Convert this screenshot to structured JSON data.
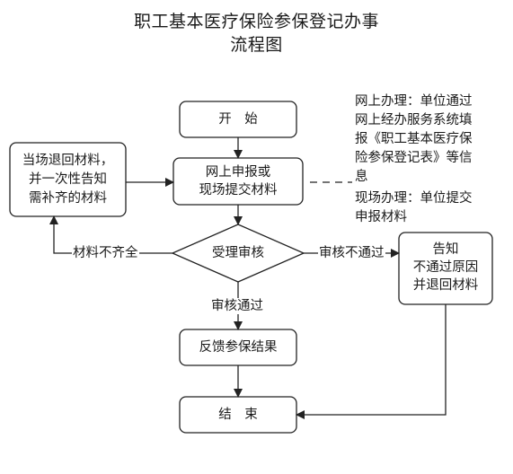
{
  "title": {
    "line1": "职工基本医疗保险参保登记办事",
    "line2": "流程图"
  },
  "nodes": {
    "start": "开　始",
    "submit": [
      "网上申报或",
      "现场提交材料"
    ],
    "review": "受理审核",
    "feedback": "反馈参保结果",
    "end": "结　束",
    "notify_missing": [
      "当场退回材料，",
      "并一次性告知",
      "需补齐的材料"
    ],
    "notify_fail": [
      "告知",
      "不通过原因",
      "并退回材料"
    ]
  },
  "edges": {
    "incomplete": "材料不齐全",
    "failed": "审核不通过",
    "passed": "审核通过"
  },
  "note": [
    "网上办理：单位通过",
    "网上经办服务系统填",
    "报《职工基本医疗保",
    "险参保登记表》等信",
    "息",
    "现场办理：单位提交",
    "申报材料"
  ]
}
